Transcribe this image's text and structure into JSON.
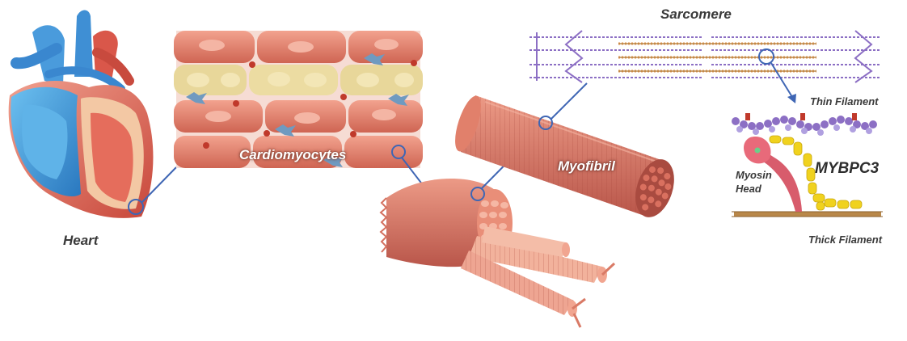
{
  "labels": {
    "heart": "Heart",
    "cardiomyocytes": "Cardiomyocytes",
    "myofibril": "Myofibril",
    "sarcomere": "Sarcomere",
    "thin_filament": "Thin Filament",
    "mybpc3": "MYBPC3",
    "myosin_head": "Myosin Head",
    "thick_filament": "Thick Filament"
  },
  "colors": {
    "heart_blue": "#3a8fd0",
    "heart_red": "#d9574a",
    "muscle_pink": "#e27a64",
    "fat_yellow": "#e9d79a",
    "filament_purple": "#8c6fc4",
    "mybpc3_yellow": "#f0d21e",
    "thick_brown": "#b9884a",
    "connector_line": "#3f66b4"
  }
}
